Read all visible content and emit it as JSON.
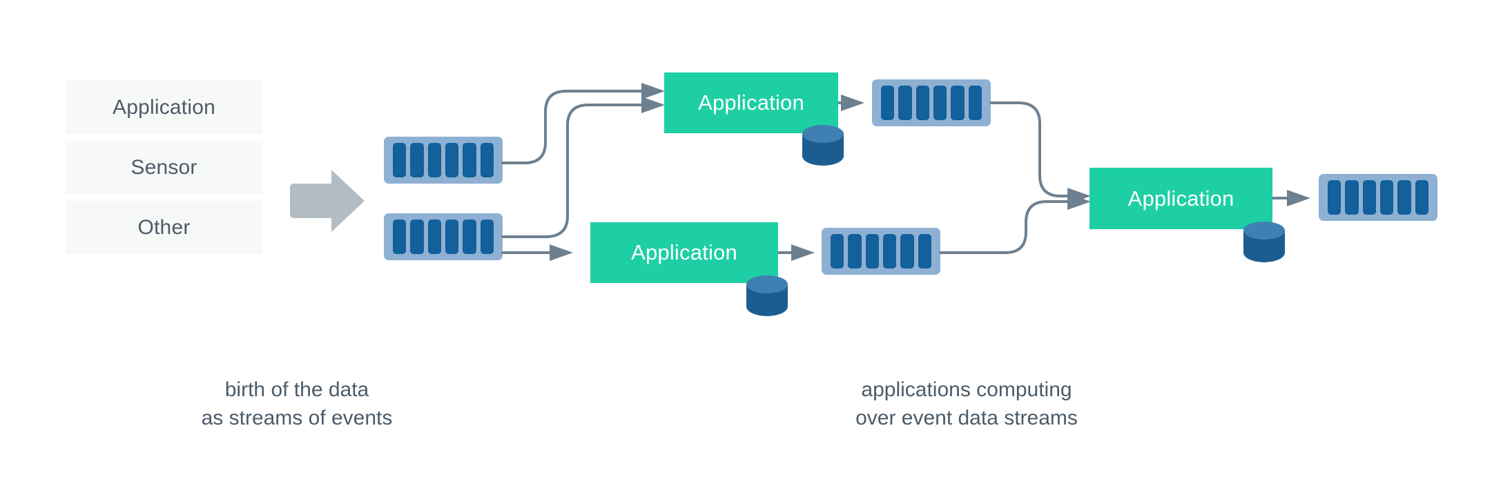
{
  "diagram": {
    "title": "birth of the data as streams of events / applications computing over event data streams",
    "colors": {
      "source_box_bg": "#f7f8f8",
      "source_text": "#4c5b68",
      "app_box_bg": "#1ecfa5",
      "app_text": "#ffffff",
      "stream_container": "#8eb1d3",
      "stream_bar": "#12609c",
      "db_body": "#1b5d90",
      "db_top": "#3f7fb2",
      "connector": "#6d8090",
      "big_arrow": "#b3bcc2",
      "caption_text": "#4c5b68",
      "page_bg": "#ffffff"
    },
    "sources": [
      {
        "label": "Application",
        "icon": "source-box-icon"
      },
      {
        "label": "Sensor",
        "icon": "source-box-icon"
      },
      {
        "label": "Other",
        "icon": "source-box-icon"
      }
    ],
    "ingest_arrow": {
      "icon": "right-chevron-arrow-icon"
    },
    "streams": [
      {
        "id": "stream-ingest-top",
        "bars": 6
      },
      {
        "id": "stream-ingest-bottom",
        "bars": 6
      },
      {
        "id": "stream-app1-output",
        "bars": 6
      },
      {
        "id": "stream-app2-output",
        "bars": 6
      },
      {
        "id": "stream-final-output",
        "bars": 6
      }
    ],
    "applications": [
      {
        "id": "application-top",
        "label": "Application",
        "has_database": true
      },
      {
        "id": "application-bottom",
        "label": "Application",
        "has_database": true
      },
      {
        "id": "application-right",
        "label": "Application",
        "has_database": true
      }
    ],
    "database_icon_name": "database-cylinder-icon",
    "captions": {
      "left": {
        "line1": "birth of the data",
        "line2": "as streams of events"
      },
      "right": {
        "line1": "applications computing",
        "line2": "over event data streams"
      }
    }
  }
}
